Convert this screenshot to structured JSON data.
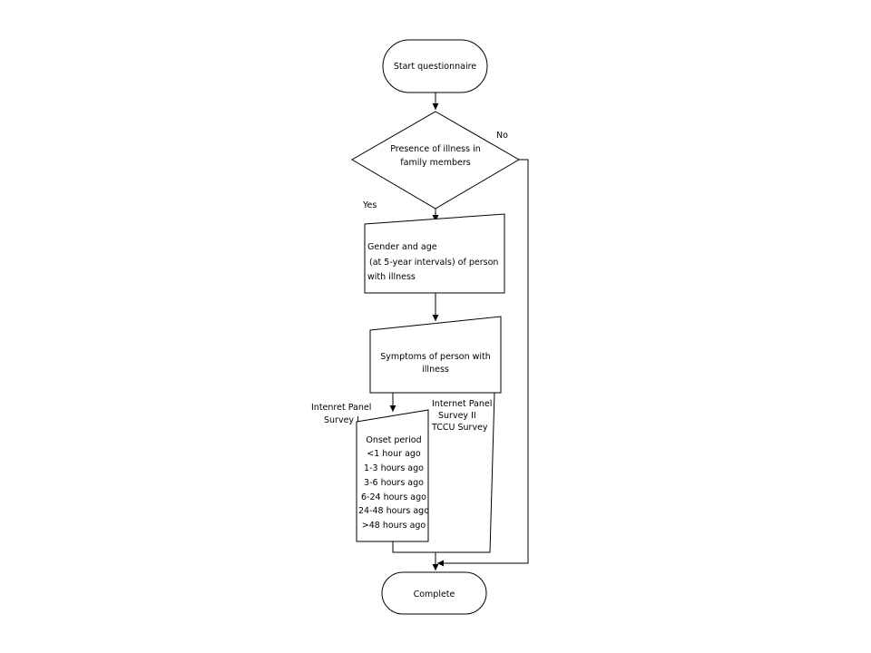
{
  "colors": {
    "line": "#000000",
    "fill": "#ffffff",
    "background": "#ffffff"
  },
  "nodes": {
    "start": {
      "label": "Start questionnaire"
    },
    "decision": {
      "lines": [
        "Presence of illness in",
        "family members"
      ]
    },
    "demographics": {
      "lines": [
        "Gender and age",
        "(at 5-year intervals) of person",
        "with illness"
      ]
    },
    "symptoms": {
      "lines": [
        "Symptoms of person with",
        "illness"
      ]
    },
    "onset": {
      "lines": [
        "Onset period",
        "<1 hour ago",
        "1-3 hours ago",
        "3-6 hours ago",
        "6-24 hours ago",
        "24-48 hours ago",
        ">48 hours ago"
      ]
    },
    "complete": {
      "label": "Complete"
    }
  },
  "edge_labels": {
    "yes": "Yes",
    "no": "No",
    "survey_1": [
      "Intenret Panel",
      "Survey I"
    ],
    "survey_2": [
      "Internet Panel",
      "Survey II",
      "TCCU Survey"
    ]
  }
}
